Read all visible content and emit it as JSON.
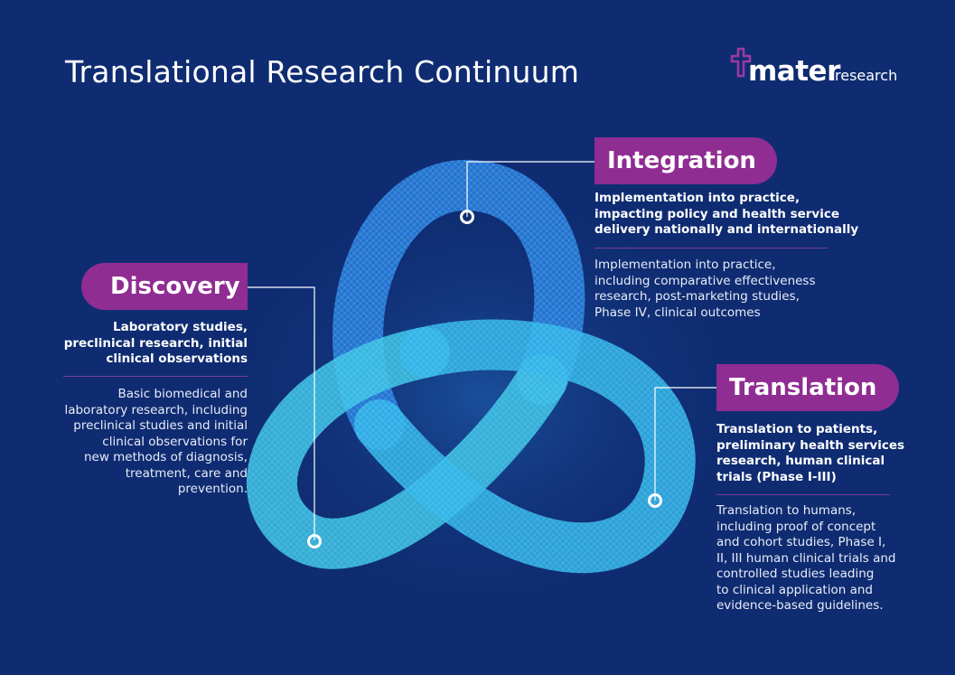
{
  "header": {
    "title": "Translational Research Continuum"
  },
  "logo": {
    "word": "mater",
    "sub": "research"
  },
  "stages": {
    "integration": {
      "label": "Integration",
      "summary": "Implementation into practice,\nimpacting policy and health service\ndelivery nationally and internationally",
      "detail": "Implementation into practice,\nincluding comparative effectiveness\nresearch, post-marketing studies,\nPhase IV, clinical outcomes"
    },
    "discovery": {
      "label": "Discovery",
      "summary": "Laboratory studies,\npreclinical research, initial\nclinical observations",
      "detail": "Basic biomedical and\nlaboratory research, including\npreclinical studies and initial\nclinical observations for\nnew methods of diagnosis,\ntreatment, care and\nprevention."
    },
    "translation": {
      "label": "Translation",
      "summary": "Translation to patients,\npreliminary health services\nresearch, human clinical\ntrials (Phase I-III)",
      "detail": "Translation to humans,\nincluding proof of concept\nand cohort studies, Phase I,\nII, III human clinical trials and\ncontrolled studies leading\nto clinical application and\nevidence-based guidelines."
    }
  },
  "colors": {
    "background": "#0f2c72",
    "pill": "#8f2d92",
    "knot_light": "#3fd0e8",
    "knot_dark": "#2a6ee8",
    "logo_plus": "#9a3aa0"
  }
}
